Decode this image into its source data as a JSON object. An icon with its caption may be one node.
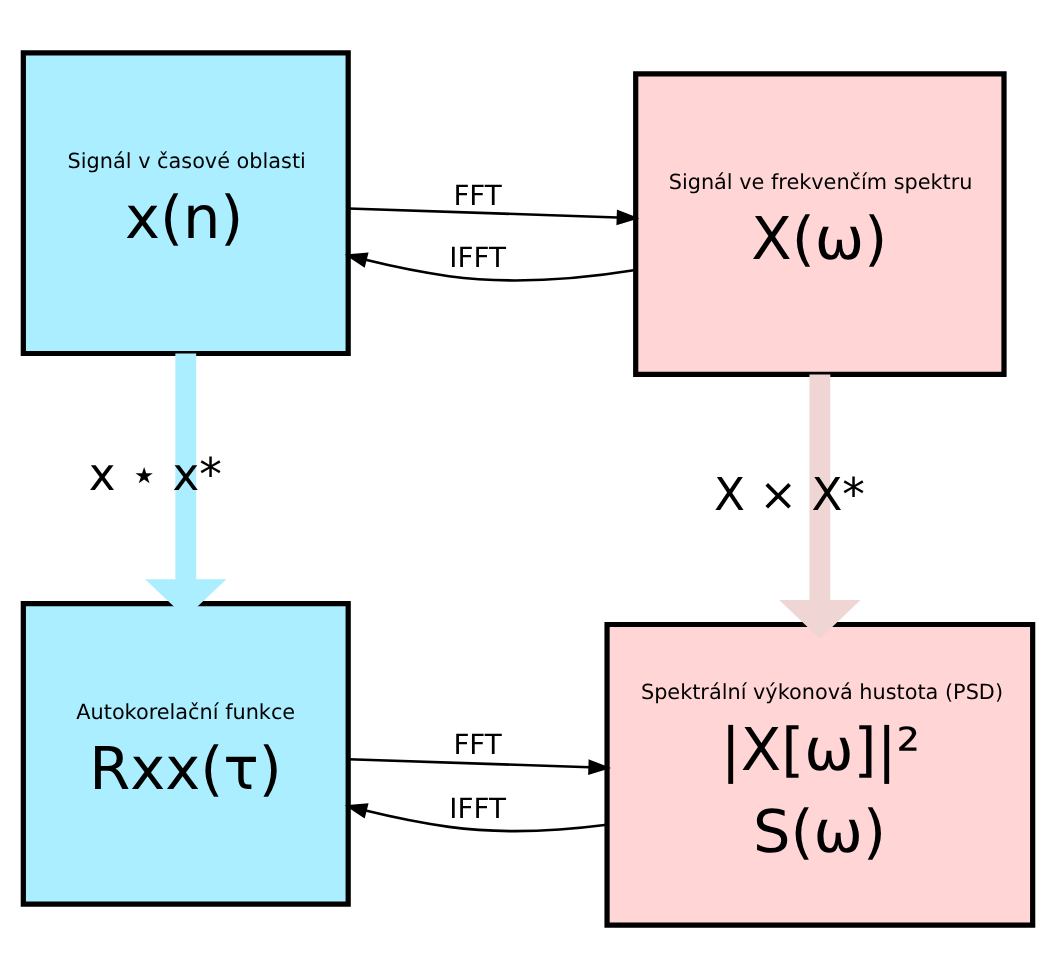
{
  "diagram": {
    "nodes": [
      {
        "text": [
          "Signál v časové oblasti",
          "x(n)"
        ]
      },
      {
        "text": [
          "Signál ve frekvenčím spektru",
          "X(ω)"
        ]
      },
      {
        "text": [
          "Autokorelační funkce",
          "Rxx(τ)"
        ]
      },
      {
        "text": [
          "Spektrální výkonová hustota (PSD)",
          "|X[ω]|²",
          "S(ω)"
        ]
      }
    ],
    "edges": [
      {
        "from": 0,
        "to": 1,
        "arrow": "to",
        "label": "FFT"
      },
      {
        "from": 1,
        "to": 0,
        "arrow": "to",
        "label": "IFFT"
      },
      {
        "from": 0,
        "to": 2,
        "arrow": "to",
        "label": "x ⋆ x*",
        "style": "thick",
        "color": "#aaeeff"
      },
      {
        "from": 1,
        "to": 3,
        "arrow": "to",
        "label": "X × X*",
        "style": "thick",
        "color": "#f0d5d5"
      },
      {
        "from": 2,
        "to": 3,
        "arrow": "to",
        "label": "FFT"
      },
      {
        "from": 3,
        "to": 2,
        "arrow": "to",
        "label": "IFFT"
      }
    ]
  }
}
